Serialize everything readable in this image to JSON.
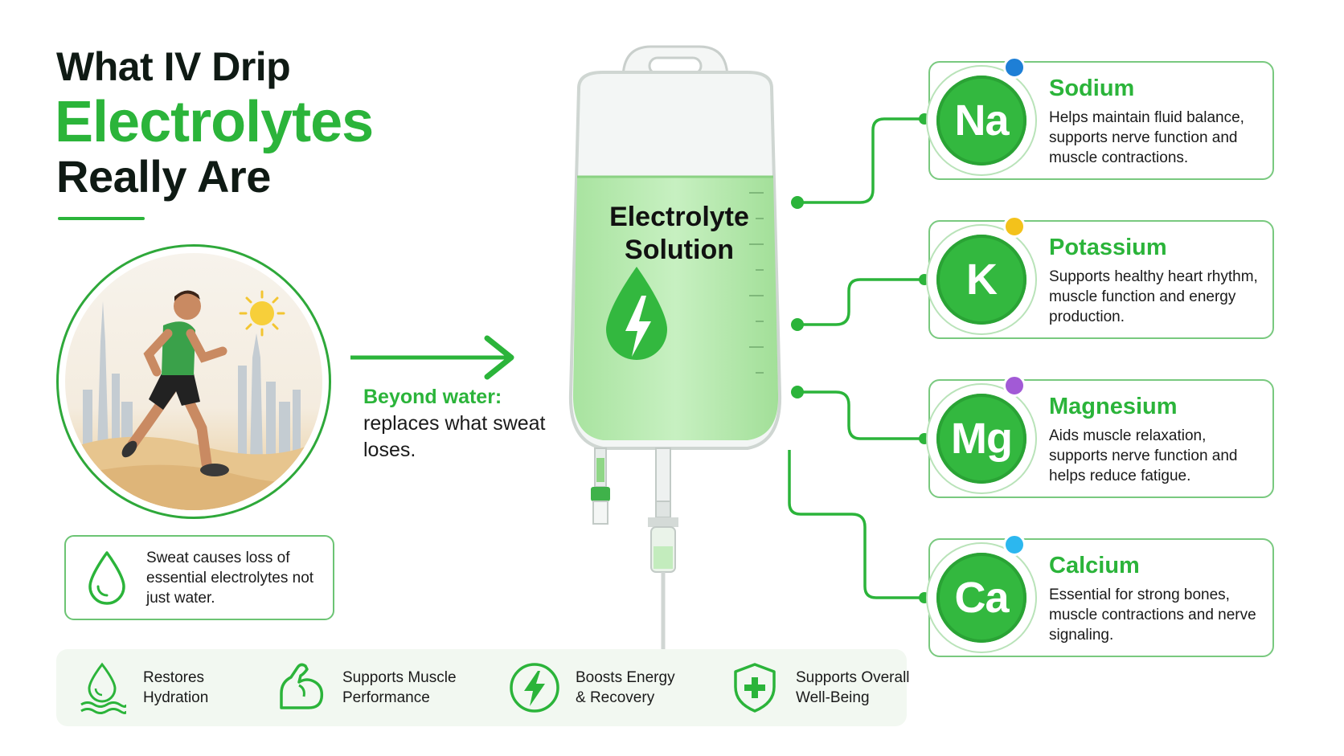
{
  "heading": {
    "line1": "What IV Drip",
    "line2": "Electrolytes",
    "line3": "Really Are"
  },
  "beyond": {
    "highlight": "Beyond water:",
    "rest": "replaces what sweat loses."
  },
  "sweat_note": "Sweat causes loss of essential electrolytes not just water.",
  "bag": {
    "title": "Electrolyte Solution"
  },
  "elements": [
    {
      "symbol": "Na",
      "name": "Sodium",
      "description": "Helps maintain fluid balance, supports nerve function and muscle contractions.",
      "dot_color": "#1e7fd6"
    },
    {
      "symbol": "K",
      "name": "Potassium",
      "description": "Supports healthy heart rhythm, muscle function and energy production.",
      "dot_color": "#f3c21b"
    },
    {
      "symbol": "Mg",
      "name": "Magnesium",
      "description": "Aids muscle relaxation, supports nerve function and helps reduce fatigue.",
      "dot_color": "#a25ad6"
    },
    {
      "symbol": "Ca",
      "name": "Calcium",
      "description": "Essential for strong bones, muscle contractions and nerve signaling.",
      "dot_color": "#2cb7ef"
    }
  ],
  "benefits": [
    {
      "label": "Restores Hydration",
      "icon": "water-drop-icon"
    },
    {
      "label": "Supports Muscle Performance",
      "icon": "flexed-arm-icon"
    },
    {
      "label": "Boosts Energy & Recovery",
      "icon": "lightning-bolt-icon"
    },
    {
      "label": "Supports Overall Well-Being",
      "icon": "shield-plus-icon"
    }
  ],
  "colors": {
    "brand_green": "#2bb43a",
    "dark_text": "#0f1a14",
    "fluid_green": "#b6eab0"
  }
}
